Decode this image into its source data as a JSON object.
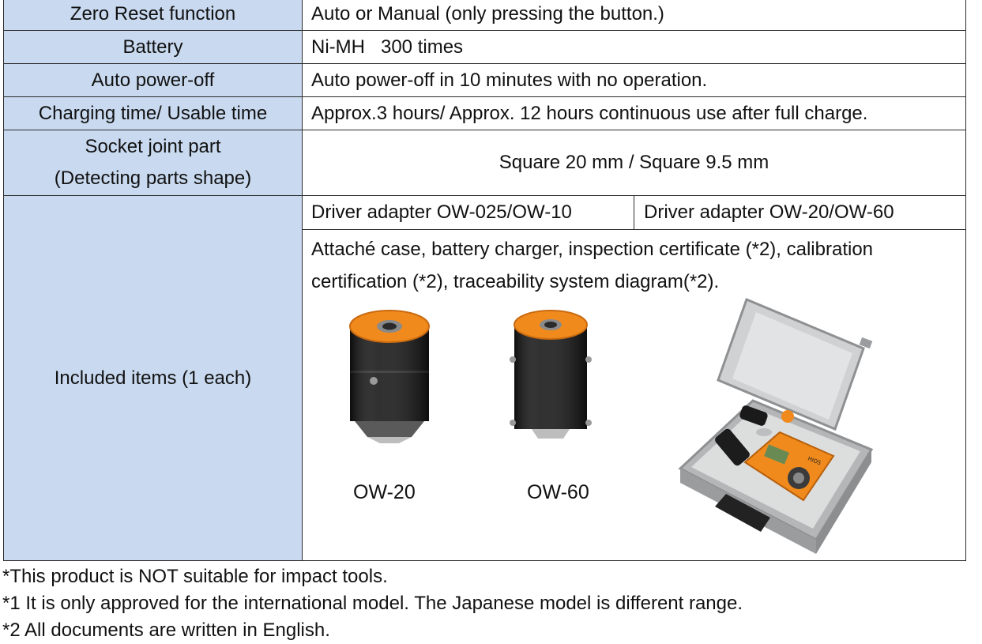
{
  "rows": [
    {
      "label": "Zero Reset function",
      "value": "Auto or Manual (only pressing the button.)"
    },
    {
      "label": "Battery",
      "value": "Ni-MH   300 times"
    },
    {
      "label": "Auto power-off",
      "value": "Auto power-off in 10 minutes with no operation."
    },
    {
      "label": "Charging time/ Usable time",
      "value": "Approx.3 hours/ Approx. 12 hours continuous use after full charge."
    }
  ],
  "socket": {
    "label_line1": "Socket joint part",
    "label_line2": "(Detecting parts shape)",
    "value": "Square 20 mm / Square 9.5 mm"
  },
  "included": {
    "label": "Included items (1 each)",
    "adapter1": "Driver adapter OW-025/OW-10",
    "adapter2": "Driver adapter OW-20/OW-60",
    "accessories_line1": "Attaché case, battery charger, inspection certificate (*2), calibration",
    "accessories_line2": "certification (*2), traceability system diagram(*2).",
    "caption1": "OW-20",
    "caption2": "OW-60",
    "case_brand": "HIOS"
  },
  "notes": [
    "*This product is NOT suitable for impact tools.",
    "*1 It is only approved for the international model. The Japanese model is different range.",
    "*2 All documents are written in English."
  ],
  "colors": {
    "label_bg": "#c9daf0",
    "adapter_orange": "#f08a1c",
    "adapter_black": "#121212",
    "case_silver": "#c8cacc"
  }
}
